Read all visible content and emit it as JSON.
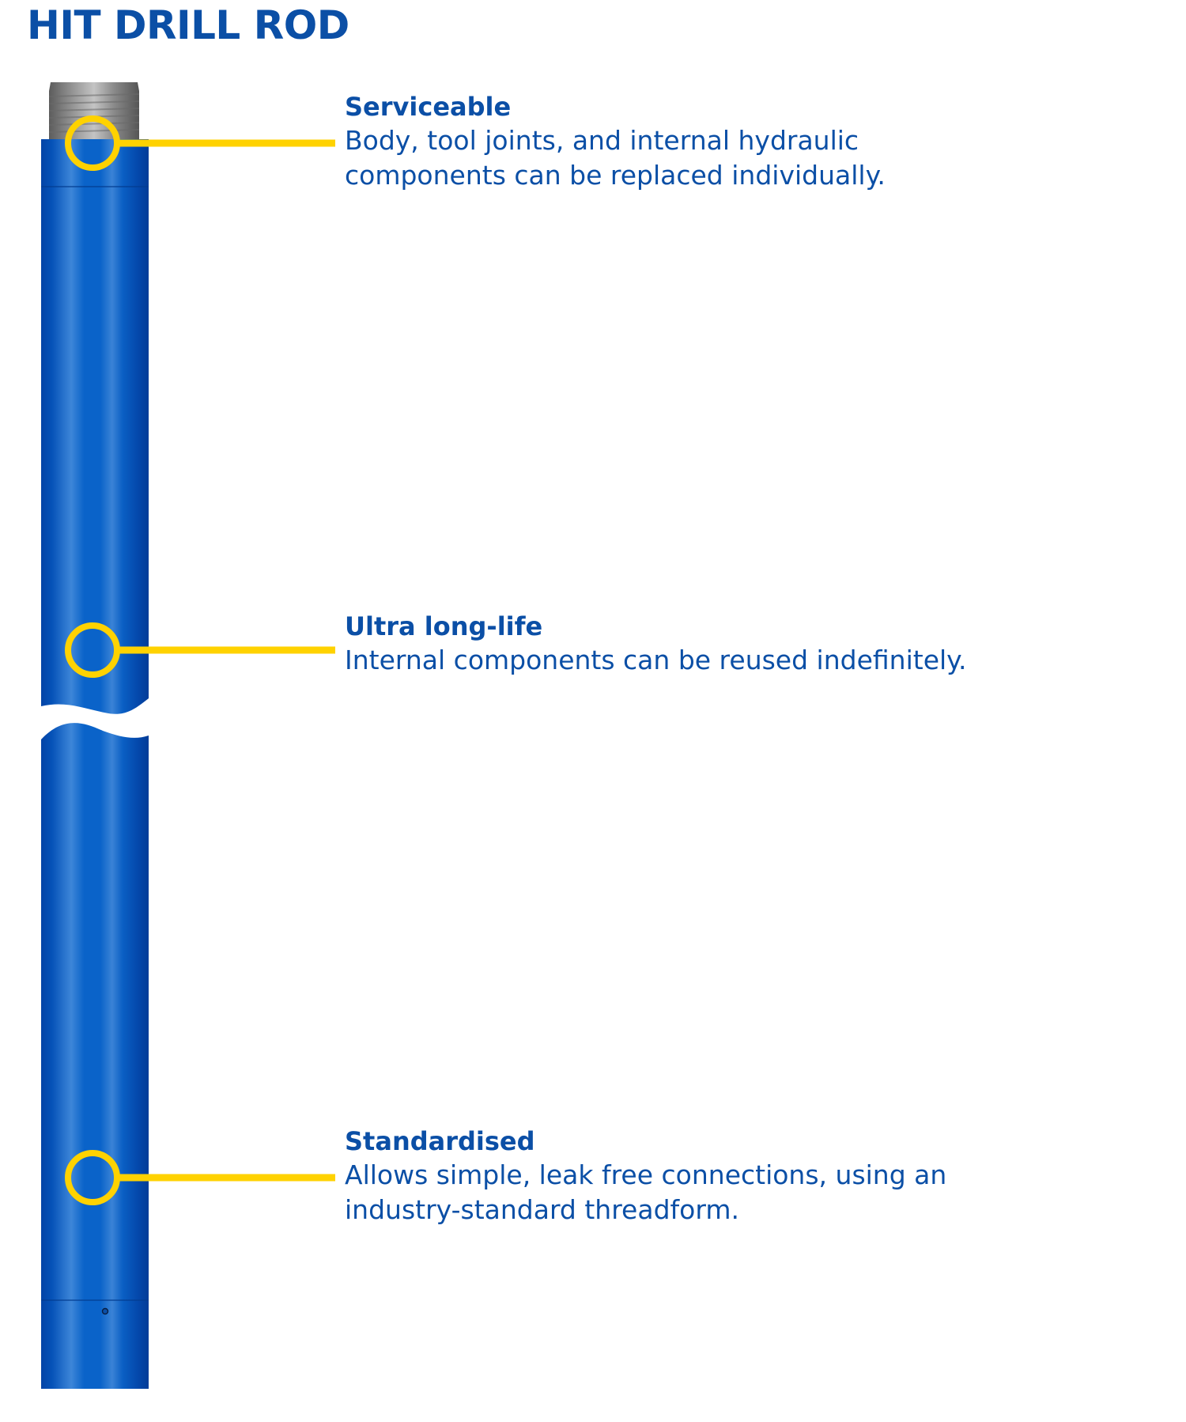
{
  "title": "HIT DRILL ROD",
  "colors": {
    "brand_blue": "#0b4fa6",
    "rod_blue": "#0a63c9",
    "rod_dark": "#0444a6",
    "rod_light": "#3d86d8",
    "callout_yellow": "#ffd200",
    "thread_grey": "#9a9a9a"
  },
  "callouts": [
    {
      "title": "Serviceable",
      "lines": [
        "Body, tool joints, and internal hydraulic",
        "components can be replaced individually."
      ]
    },
    {
      "title": "Ultra long-life",
      "lines": [
        "Internal components can be reused indefinitely."
      ]
    },
    {
      "title": "Standardised",
      "lines": [
        "Allows simple, leak free connections, using an",
        "industry-standard threadform."
      ]
    }
  ]
}
